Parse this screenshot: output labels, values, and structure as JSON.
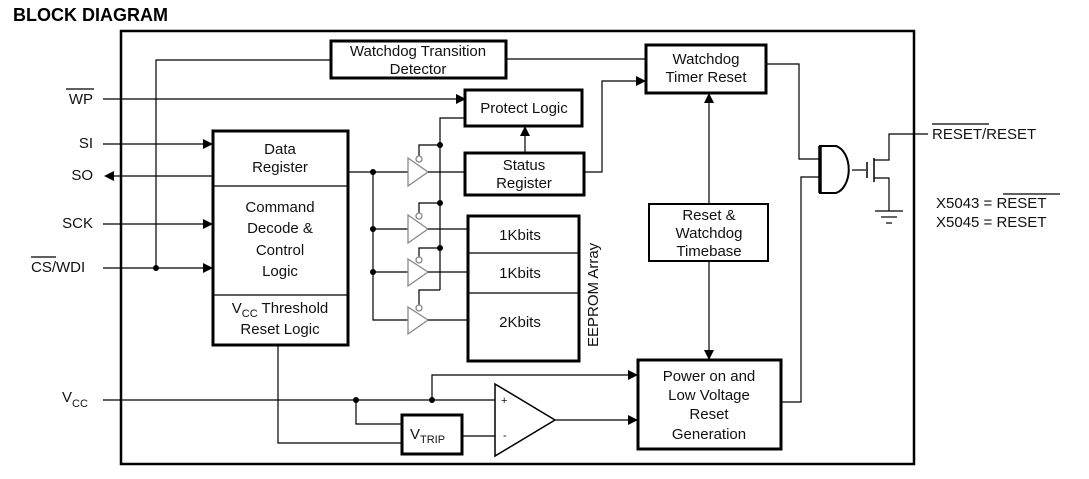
{
  "title": "BLOCK DIAGRAM",
  "pins_left": {
    "wp": "WP",
    "si": "SI",
    "so": "SO",
    "sck": "SCK",
    "cs": "CS",
    "cs_suffix": "/WDI",
    "vcc_v": "V",
    "vcc_sub": "CC"
  },
  "blocks": {
    "watchdog_transition_detector": [
      "Watchdog Transition",
      "Detector"
    ],
    "watchdog_timer_reset": [
      "Watchdog",
      "Timer Reset"
    ],
    "protect_logic": "Protect Logic",
    "status_register": [
      "Status",
      "Register"
    ],
    "data_register": [
      "Data",
      "Register"
    ],
    "command_decode": [
      "Command",
      "Decode &",
      "Control",
      "Logic"
    ],
    "vcc_threshold": {
      "v": "V",
      "sub": "CC",
      "rest": " Threshold",
      "line2": "Reset Logic"
    },
    "eeprom": {
      "label": "EEPROM Array",
      "rows": [
        "1Kbits",
        "1Kbits",
        "2Kbits"
      ]
    },
    "reset_timebase": [
      "Reset &",
      "Watchdog",
      "Timebase"
    ],
    "power_on_reset": [
      "Power on and",
      "Low Voltage",
      "Reset",
      "Generation"
    ],
    "vtrip": {
      "v": "V",
      "sub": "TRIP"
    },
    "comparator": {
      "plus": "+",
      "minus": "-"
    }
  },
  "output": {
    "reset_bar": "RESET",
    "reset_suffix": "/RESET",
    "note1_prefix": "X5043 = ",
    "note1_value": "RESET",
    "note2": "X5045 = RESET"
  }
}
